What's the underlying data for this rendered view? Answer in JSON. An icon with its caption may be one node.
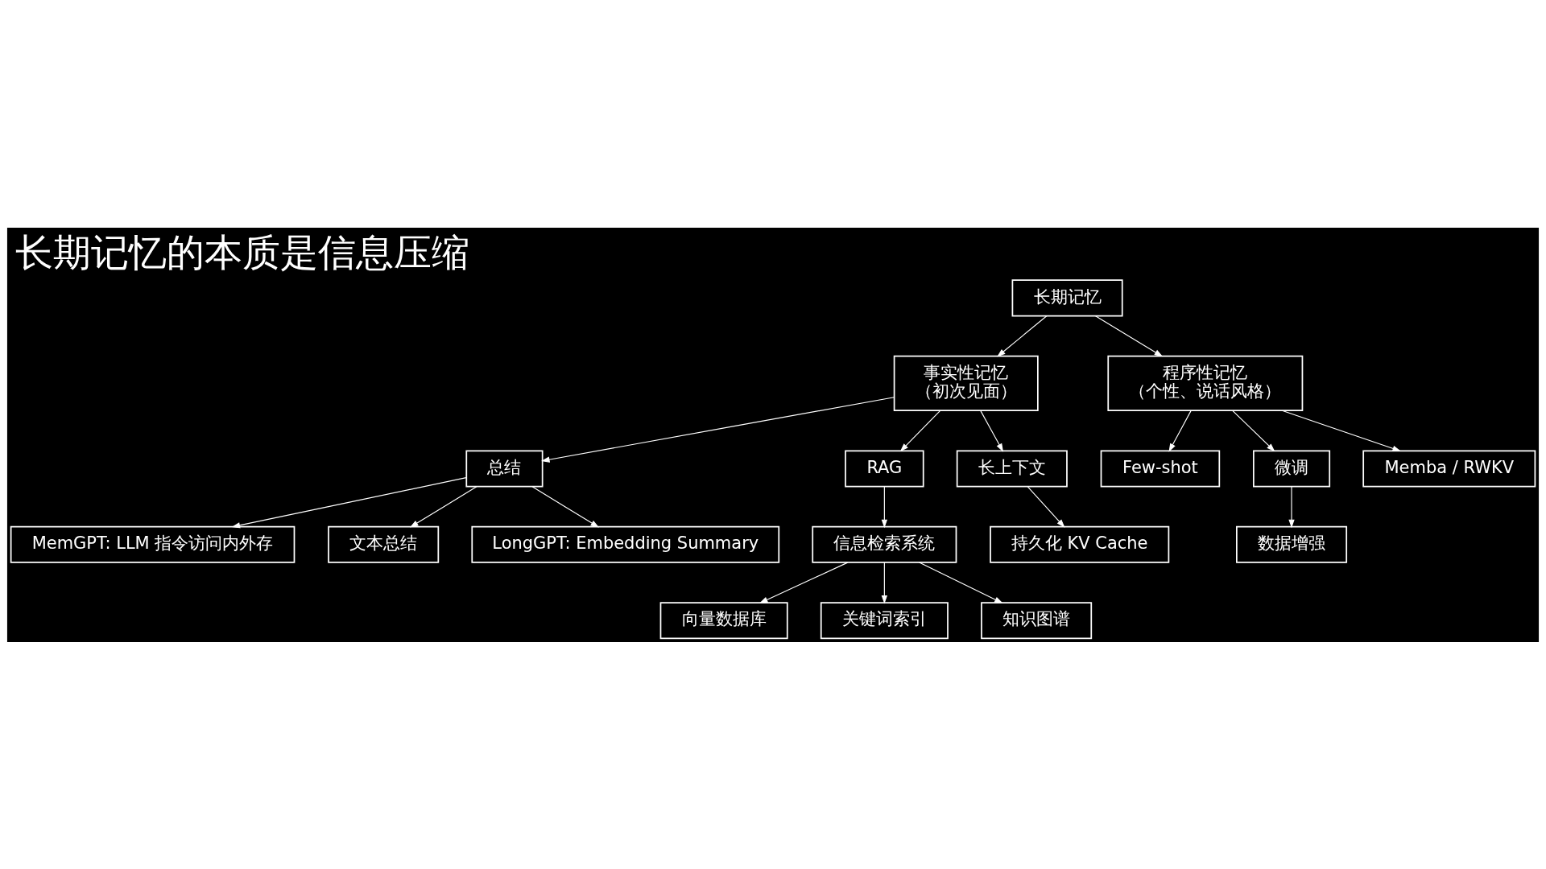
{
  "diagram": {
    "title": "长期记忆的本质是信息压缩",
    "nodes": [
      {
        "text": [
          "长期记忆"
        ]
      },
      {
        "text": [
          "事实性记忆",
          "（初次见面）"
        ]
      },
      {
        "text": [
          "程序性记忆",
          "（个性、说话风格）"
        ]
      },
      {
        "text": [
          "总结"
        ]
      },
      {
        "text": [
          "RAG"
        ]
      },
      {
        "text": [
          "长上下文"
        ]
      },
      {
        "text": [
          "Few-shot"
        ]
      },
      {
        "text": [
          "微调"
        ]
      },
      {
        "text": [
          "MemGPT: LLM 指令访问内外存"
        ]
      },
      {
        "text": [
          "文本总结"
        ]
      },
      {
        "text": [
          "LongGPT: Embedding Summary"
        ]
      },
      {
        "text": [
          "信息检索系统"
        ]
      },
      {
        "text": [
          "向量数据库"
        ]
      },
      {
        "text": [
          "关键词索引"
        ]
      },
      {
        "text": [
          "知识图谱"
        ]
      },
      {
        "text": [
          "持久化 KV Cache"
        ]
      },
      {
        "text": [
          "Memba / RWKV"
        ]
      },
      {
        "text": [
          "数据增强"
        ]
      }
    ],
    "edges": [
      {
        "from": 0,
        "to": 1,
        "arrow": "to"
      },
      {
        "from": 0,
        "to": 2,
        "arrow": "to"
      },
      {
        "from": 1,
        "to": 3,
        "arrow": "to"
      },
      {
        "from": 1,
        "to": 4,
        "arrow": "to"
      },
      {
        "from": 1,
        "to": 5,
        "arrow": "to"
      },
      {
        "from": 2,
        "to": 6,
        "arrow": "to"
      },
      {
        "from": 2,
        "to": 16,
        "arrow": "to"
      },
      {
        "from": 2,
        "to": 7,
        "arrow": "to"
      },
      {
        "from": 3,
        "to": 8,
        "arrow": "to"
      },
      {
        "from": 3,
        "to": 10,
        "arrow": "to"
      },
      {
        "from": 3,
        "to": 9,
        "arrow": "to"
      },
      {
        "from": 4,
        "to": 11,
        "arrow": "to"
      },
      {
        "from": 11,
        "to": 12,
        "arrow": "to"
      },
      {
        "from": 11,
        "to": 13,
        "arrow": "to"
      },
      {
        "from": 11,
        "to": 14,
        "arrow": "to"
      },
      {
        "from": 5,
        "to": 15,
        "arrow": "to"
      },
      {
        "from": 7,
        "to": 17,
        "arrow": "to"
      }
    ]
  }
}
